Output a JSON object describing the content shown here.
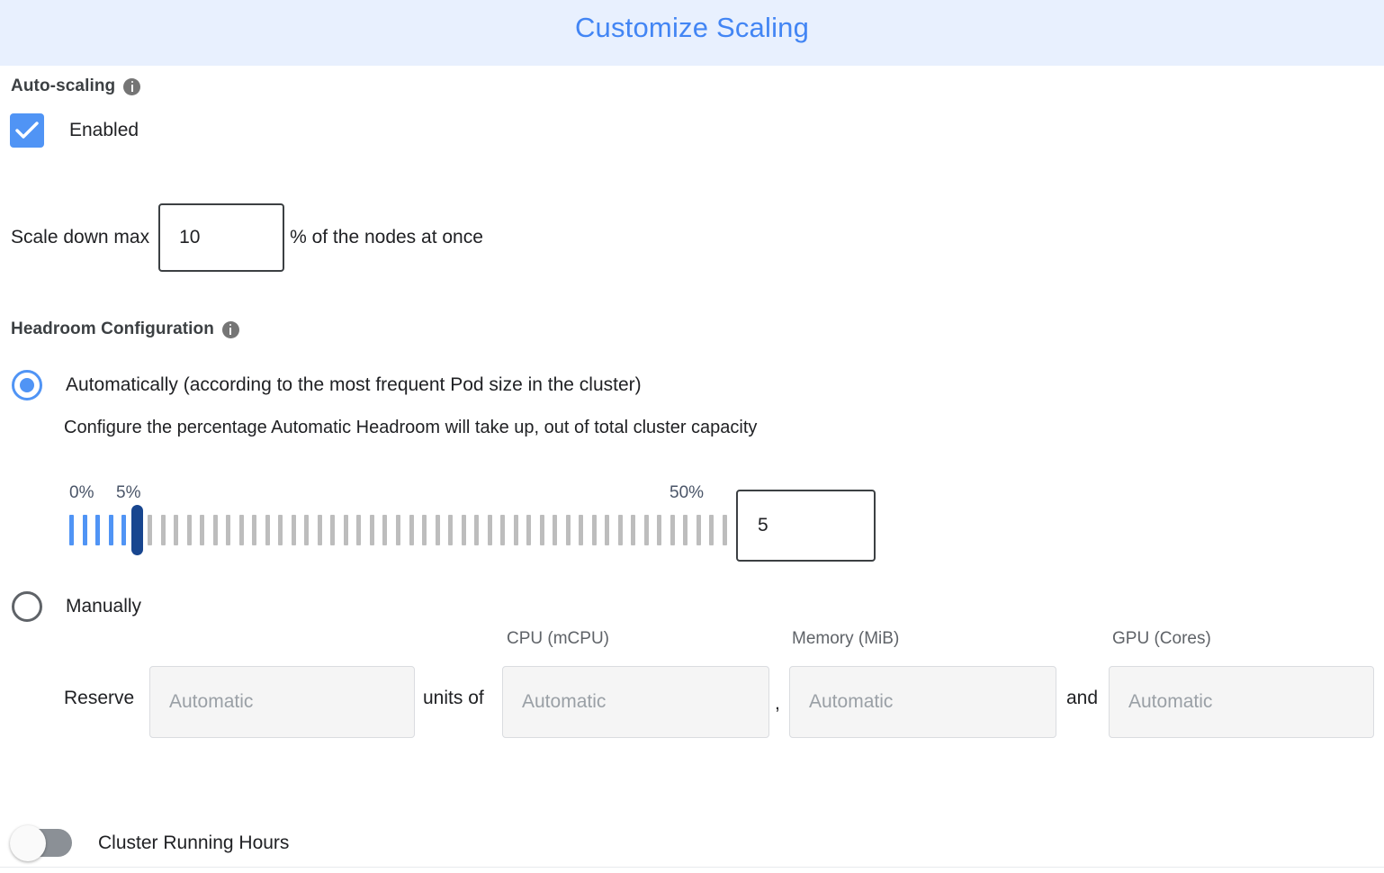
{
  "header": {
    "title": "Customize Scaling",
    "title_color": "#4285f4",
    "background_color": "#e8f0fe"
  },
  "autoscaling": {
    "section_label": "Auto-scaling",
    "info_icon": "info-icon",
    "enabled_label": "Enabled",
    "enabled_checked": true,
    "scale_down": {
      "prefix_label": "Scale down max",
      "value": "10",
      "suffix_label": "% of the nodes at once"
    }
  },
  "headroom": {
    "section_label": "Headroom Configuration",
    "info_icon": "info-icon",
    "options": [
      {
        "label": "Automatically (according to the most frequent Pod size in the cluster)",
        "selected": true
      },
      {
        "label": "Manually",
        "selected": false
      }
    ],
    "description": "Configure the percentage Automatic Headroom will take up, out of total cluster capacity",
    "slider": {
      "min_label": "0%",
      "current_label": "5%",
      "max_label": "50%",
      "min": 0,
      "max": 50,
      "value": 5,
      "tick_count": 51,
      "filled_color": "#5094f5",
      "empty_color": "#bdbdbd",
      "thumb_color": "#18468f"
    },
    "slider_value_input": "5",
    "manual": {
      "reserve_label": "Reserve",
      "units_of_label": "units of",
      "comma_label": ",",
      "and_label": "and",
      "column_headers": [
        "CPU (mCPU)",
        "Memory (MiB)",
        "GPU (Cores)"
      ],
      "fields": [
        {
          "name": "units",
          "value": "",
          "placeholder": "Automatic"
        },
        {
          "name": "cpu",
          "value": "",
          "placeholder": "Automatic"
        },
        {
          "name": "memory",
          "value": "",
          "placeholder": "Automatic"
        },
        {
          "name": "gpu",
          "value": "",
          "placeholder": "Automatic"
        }
      ]
    }
  },
  "cluster_running_hours": {
    "label": "Cluster Running Hours",
    "enabled": false
  }
}
